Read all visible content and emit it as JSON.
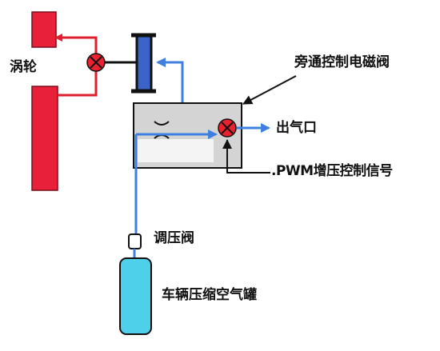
{
  "labels": {
    "turbine": "涡轮",
    "bypass_solenoid": "旁通控制电磁阀",
    "outlet": "出气口",
    "pwm_signal": ".PWM增压控制信号",
    "regulator": "调压阀",
    "air_tank": "车辆压缩空气罐"
  },
  "colors": {
    "turbine_red": "#e8203a",
    "pipe_red": "#dd1e2f",
    "pipe_blue": "#3f7fe0",
    "actuator_blue": "#3b63c8",
    "tank_cyan": "#4fd0ea",
    "valve_box": "#d4d4d4",
    "outline": "#111111"
  }
}
